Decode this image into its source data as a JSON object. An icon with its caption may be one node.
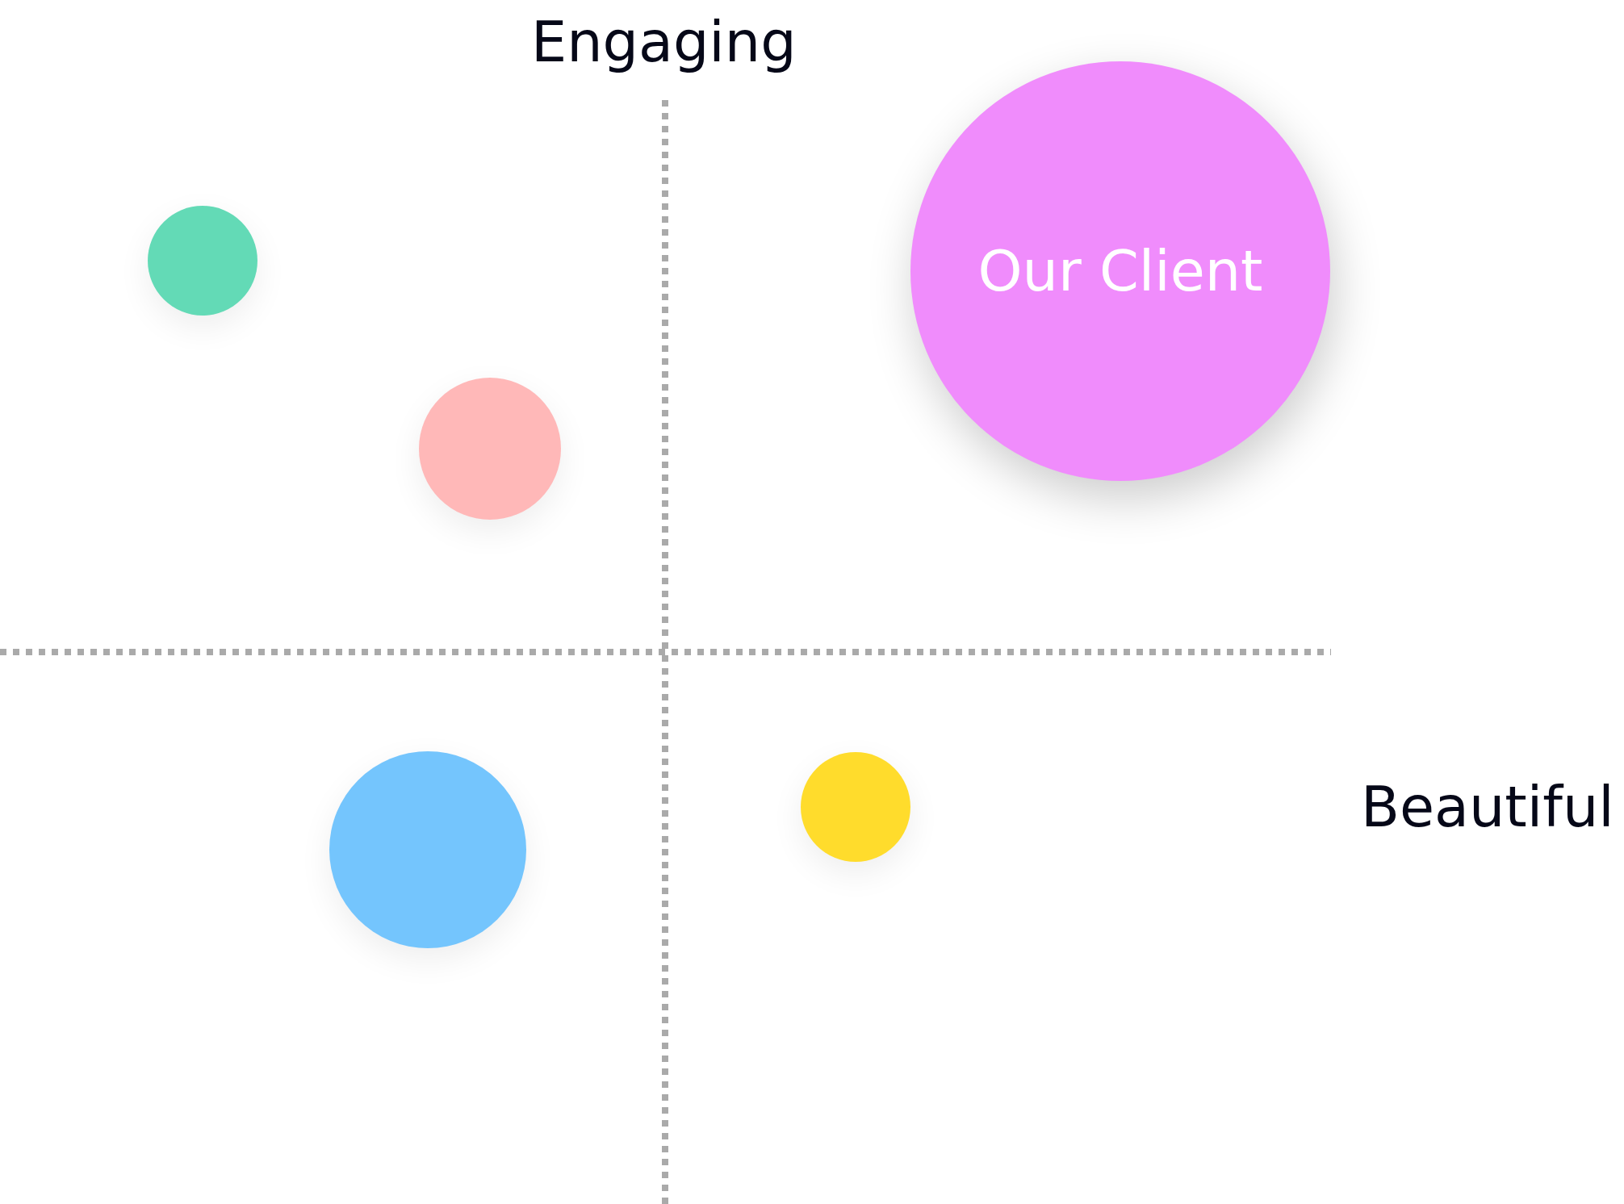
{
  "diagram": {
    "nodes": [
      {
        "text": [],
        "shape": "circle"
      },
      {
        "text": [
          "Our Client"
        ]
      },
      {
        "text": [],
        "shape": "circle"
      },
      {
        "text": [],
        "shape": "circle"
      },
      {
        "text": [],
        "shape": "circle"
      }
    ],
    "labels": [
      "Engaging",
      "Beautiful"
    ]
  }
}
